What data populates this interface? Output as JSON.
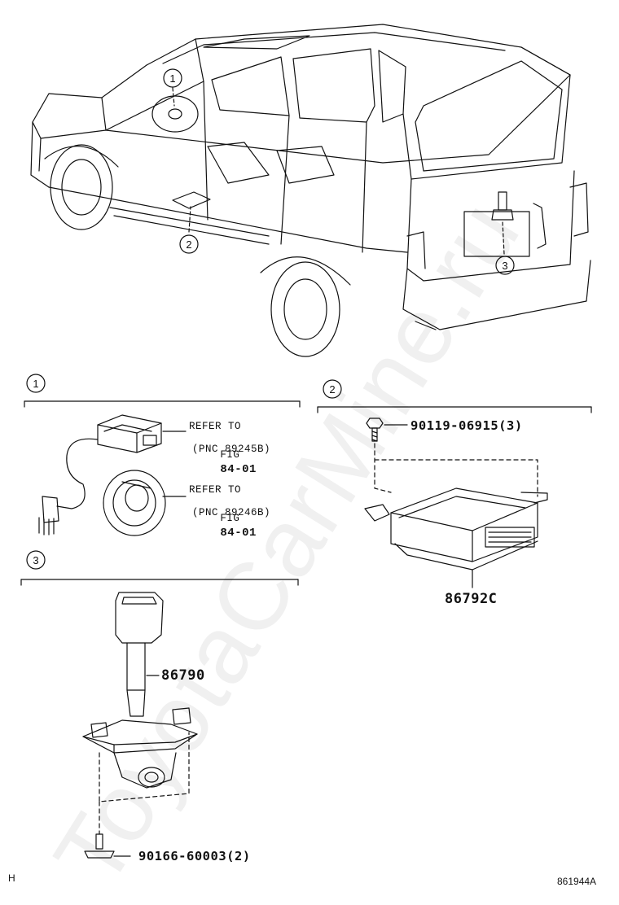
{
  "callouts": [
    "1",
    "2",
    "3"
  ],
  "section1": {
    "ref_a": {
      "line1": "REFER TO",
      "line2_prefix": "FIG",
      "line2_num": "84-01",
      "line3": "(PNC 89245B)"
    },
    "ref_b": {
      "line1": "REFER TO",
      "line2_prefix": "FIG",
      "line2_num": "84-01",
      "line3": "(PNC 89246B)"
    }
  },
  "section2": {
    "bolt_part": "90119-06915(3)",
    "ecu_part": "86792C"
  },
  "section3": {
    "camera_part": "86790",
    "screw_part": "90166-60003(2)"
  },
  "footer": {
    "left_mark": "H",
    "figure_code": "861944A"
  },
  "watermark": "ToyotaCarMine.ru",
  "colors": {
    "ink": "#111111",
    "paper": "#ffffff"
  }
}
